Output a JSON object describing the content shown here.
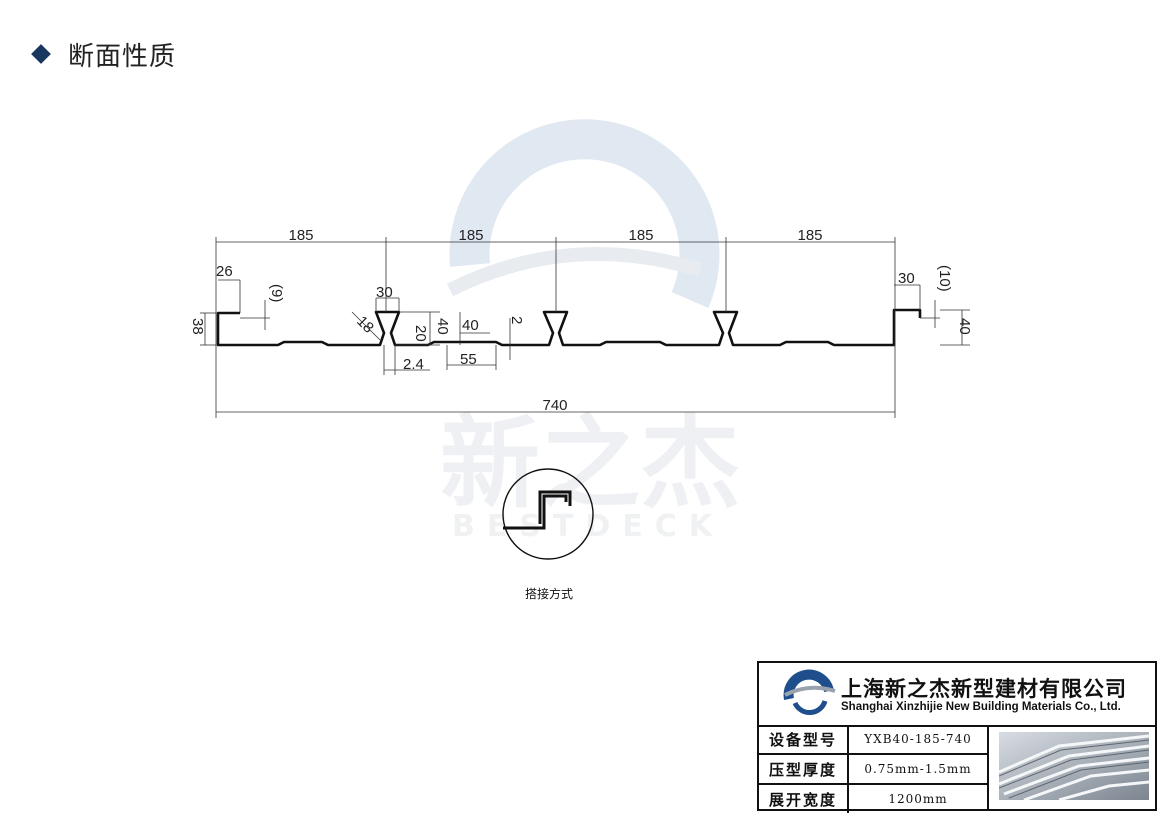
{
  "header": {
    "title": "断面性质"
  },
  "watermark": {
    "cn": "新之杰",
    "en": "BESTDECK"
  },
  "drawing": {
    "spans": [
      "185",
      "185",
      "185",
      "185"
    ],
    "total_width": "740",
    "left_height": "38",
    "right_height": "40",
    "rib_height": "40",
    "dim_26": "26",
    "dim_9": "(9)",
    "dim_30_left": "30",
    "dim_30_right": "30",
    "dim_10": "(10)",
    "dim_18": "18",
    "dim_20": "20",
    "dim_40_top": "40",
    "dim_2": "2",
    "dim_2_4": "2.4",
    "dim_55": "55"
  },
  "caption": "搭接方式",
  "title_block": {
    "company_cn": "上海新之杰新型建材有限公司",
    "company_en": "Shanghai Xinzhijie New Building Materials Co., Ltd.",
    "rows": [
      {
        "key": "设备型号",
        "value": "YXB40-185-740"
      },
      {
        "key": "压型厚度",
        "value": "0.75mm-1.5mm"
      },
      {
        "key": "展开宽度",
        "value": "1200mm"
      }
    ]
  },
  "colors": {
    "accent": "#17375e",
    "watermark": "#d9dee6",
    "logo_blue": "#1f4e8c"
  }
}
